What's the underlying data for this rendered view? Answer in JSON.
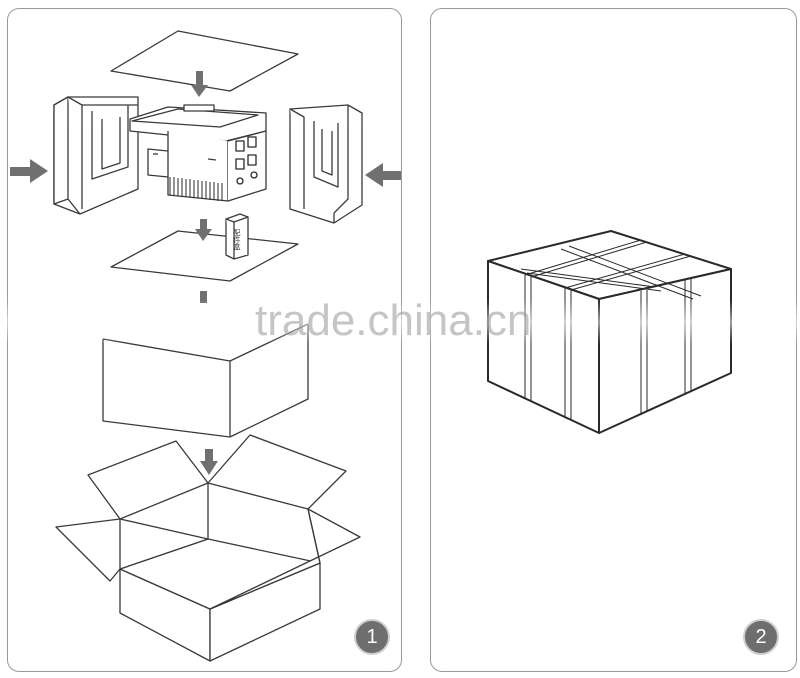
{
  "steps": [
    {
      "number": "1"
    },
    {
      "number": "2"
    }
  ],
  "accessory_box_label": "配件盒",
  "watermark": "trade.china.cn",
  "colors": {
    "line": "#3a3a3a",
    "arrow": "#707070",
    "panel_border": "#9a9a9a",
    "badge": "#6e6e6e"
  }
}
